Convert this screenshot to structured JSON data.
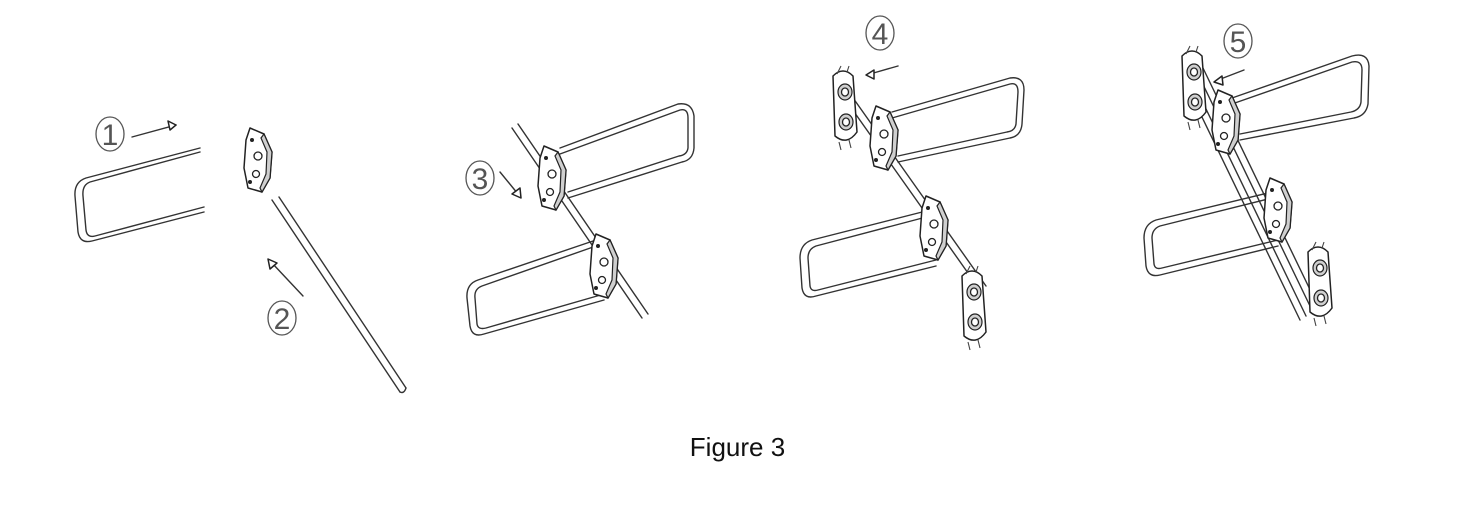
{
  "figure": {
    "caption": "Figure 3",
    "steps": [
      "1",
      "2",
      "3",
      "4",
      "5"
    ]
  },
  "colors": {
    "line": "#333333",
    "background": "#ffffff"
  }
}
